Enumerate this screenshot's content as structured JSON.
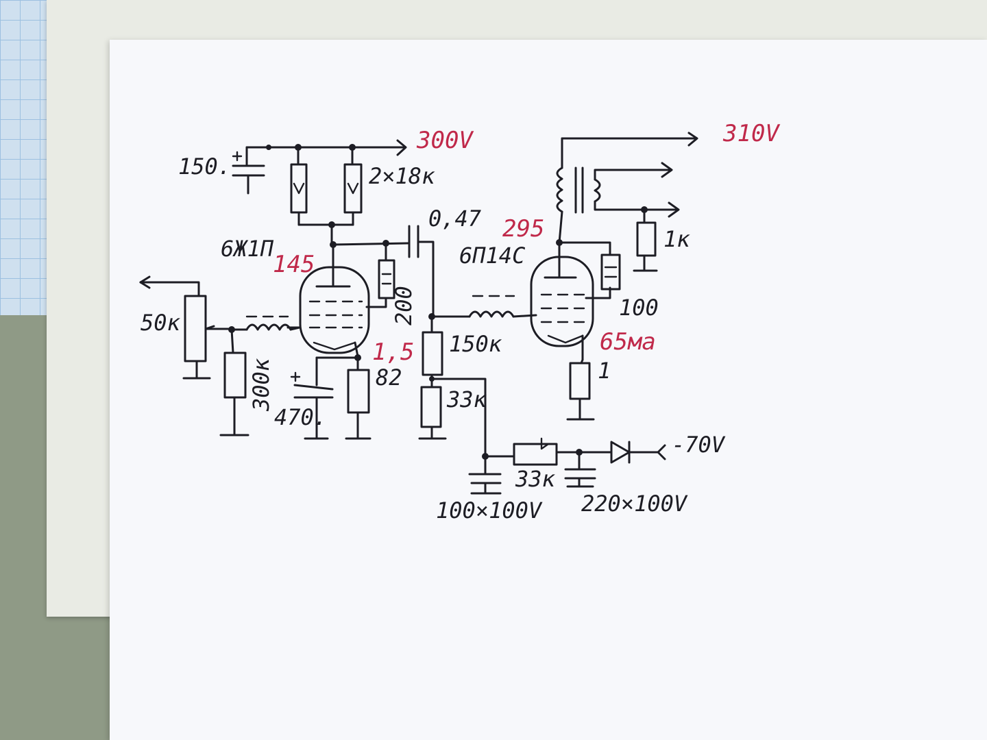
{
  "labels": {
    "v300": "300V",
    "v310": "310V",
    "c150": "150.",
    "r2x18k": "2×18к",
    "c047": "0,47",
    "tube1": "6Ж1П",
    "tube2": "6П14С",
    "v145": "145",
    "v295": "295",
    "r1k": "1к",
    "r50k": "50к",
    "r300k": "300к",
    "r200": "200",
    "r100": "100",
    "ma65": "65ма",
    "v15": "1,5",
    "r82": "82",
    "r150k": "150к",
    "r1": "1",
    "c470": "470.",
    "r33k_a": "33к",
    "r33k_b": "33к",
    "vneg70": "-70V",
    "c100": "100×100V",
    "c220": "220×100V"
  },
  "colors": {
    "ink": "#1d1d24",
    "red_ink": "#c0294a",
    "paper": "#f7f8fb"
  }
}
